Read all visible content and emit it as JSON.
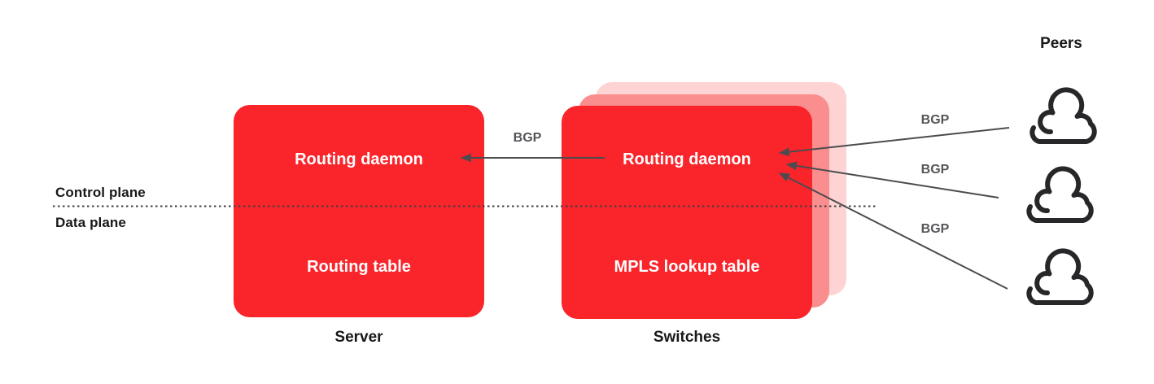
{
  "diagram": {
    "control_plane_label": "Control plane",
    "data_plane_label": "Data plane",
    "server": {
      "daemon_label": "Routing daemon",
      "table_label": "Routing table",
      "caption": "Server"
    },
    "switches": {
      "daemon_label": "Routing daemon",
      "table_label": "MPLS lookup table",
      "caption": "Switches",
      "stack_count": 3
    },
    "peers": {
      "caption": "Peers",
      "cloud_count": 3
    },
    "bgp": {
      "server_link_label": "BGP",
      "peer_link_labels": [
        "BGP",
        "BGP",
        "BGP"
      ]
    },
    "colors": {
      "box_red": "#fa242b",
      "stack_mid_red": "#fa8d8d",
      "stack_back_pink": "#fdd3d3",
      "arrow_gray": "#4c4c50",
      "dotted_line_gray": "#3f3f44",
      "label_dark": "#18181b",
      "bgp_text_gray": "#55555a",
      "cloud_outline": "#27272a",
      "box_text_white": "#ffffff"
    }
  }
}
